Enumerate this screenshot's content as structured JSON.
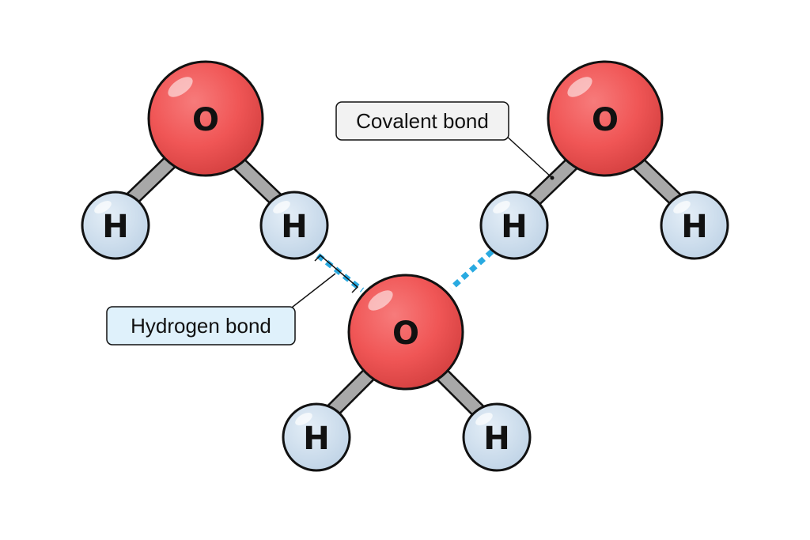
{
  "diagram": {
    "oxygen_label": "O",
    "hydrogen_label": "H",
    "callouts": {
      "covalent": "Covalent bond",
      "hydrogen": "Hydrogen bond"
    },
    "colors": {
      "oxygen": "#f05656",
      "hydrogen": "#c9dbea",
      "covalent_bond": "#a8a8a8",
      "hydrogen_bond": "#29aae1",
      "covalent_callout_bg": "#f2f2f2",
      "hydrogen_callout_bg": "#dff1fb"
    }
  }
}
